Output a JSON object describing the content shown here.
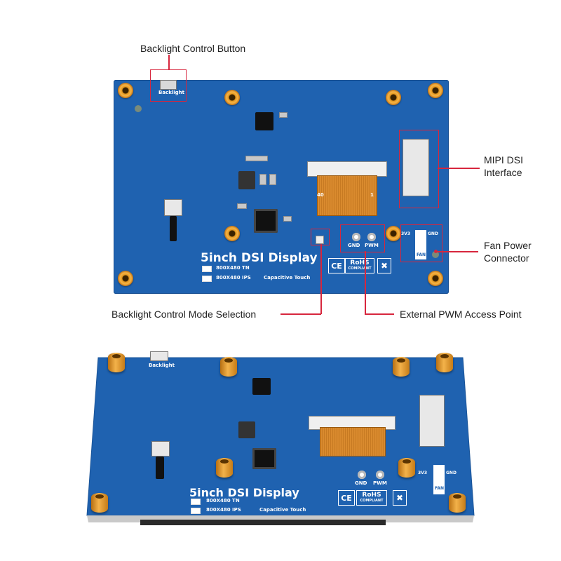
{
  "callouts": {
    "backlight_button": "Backlight Control Button",
    "mipi_dsi": "MIPI DSI\nInterface",
    "fan_power": "Fan Power\nConnector",
    "backlight_mode": "Backlight Control Mode Selection",
    "external_pwm": "External PWM Access Point"
  },
  "board": {
    "title": "5inch DSI Display",
    "option_tn": "800X480 TN",
    "option_ips": "800X480 IPS",
    "touch": "Capacitive Touch",
    "backlight_label": "Backlight",
    "gnd_label": "GND",
    "pwm_label": "PWM",
    "rohs_label": "RoHS",
    "compliant_label": "COMPLIANT",
    "ce_label": "CE",
    "fan_3v3": "3V3",
    "fan_gnd": "GND",
    "fan_label": "FAN",
    "fpc_num_left": "40",
    "fpc_num_right": "1"
  },
  "colors": {
    "board_blue": "#1f62b0",
    "callout_red": "#d7263d",
    "standoff_gold": "#e39720"
  }
}
